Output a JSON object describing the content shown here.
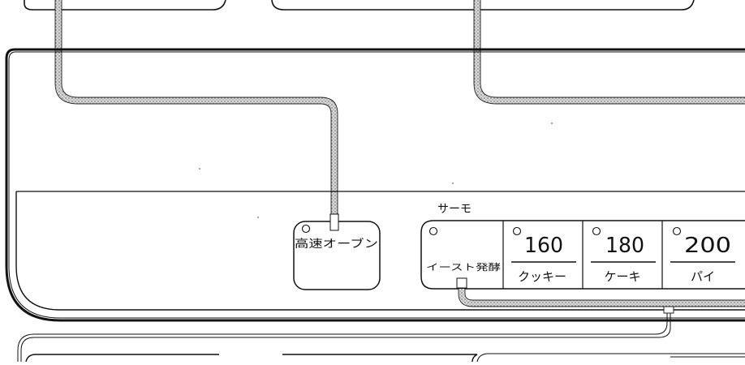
{
  "panel": {
    "thermo_label": "サーモ",
    "oven_button": {
      "label": "高速オーブン"
    },
    "thermo_buttons": [
      {
        "temp": "160",
        "label": "クッキー"
      },
      {
        "temp": "180",
        "label": "ケーキ"
      },
      {
        "temp": "200",
        "label": "パイ"
      }
    ],
    "yeast_button": {
      "label": "イースト発酵"
    }
  },
  "colors": {
    "line": "#111111",
    "cable": "#8a8a8a",
    "background": "#ffffff"
  }
}
